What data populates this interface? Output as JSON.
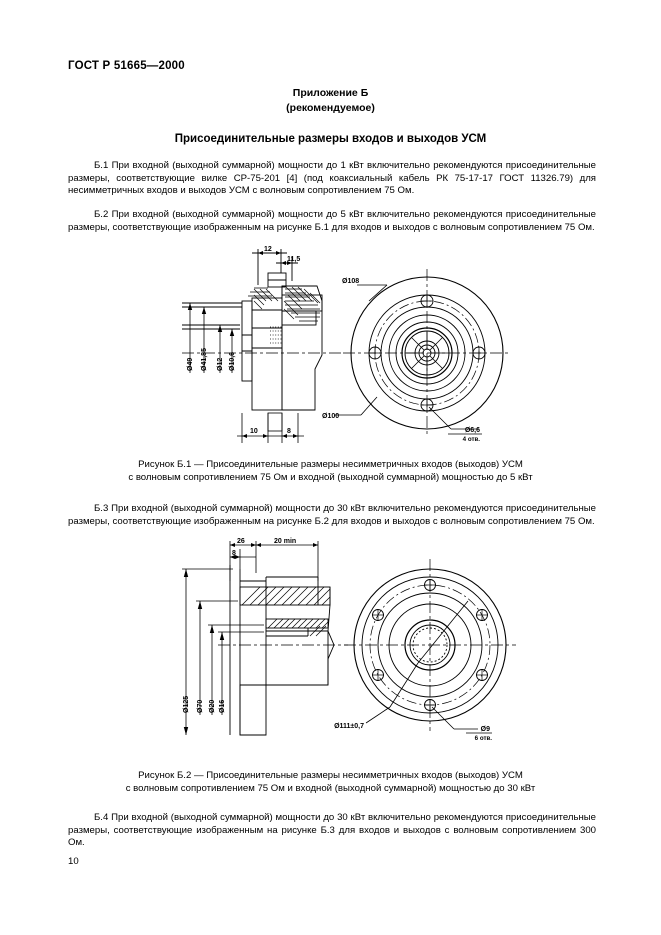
{
  "document": {
    "standard_header": "ГОСТ Р 51665—2000",
    "page_number": "10"
  },
  "annex": {
    "title": "Приложение Б",
    "subtitle": "(рекомендуемое)"
  },
  "main_title": "Присоединительные размеры входов и выходов УСМ",
  "paragraphs": {
    "b1": "Б.1 При входной (выходной суммарной) мощности до 1 кВт включительно рекомендуются присоединительные размеры, соответствующие вилке СР-75-201 [4] (под коаксиальный кабель РК 75-17-17 ГОСТ 11326.79) для несимметричных входов и выходов УСМ с волновым сопротивлением 75 Ом.",
    "b2": "Б.2 При входной (выходной суммарной) мощности до 5 кВт включительно рекомендуются присоединительные размеры, соответствующие изображенным на рисунке Б.1 для входов и выходов с волновым сопротивлением 75 Ом.",
    "b3": "Б.3 При входной (выходной суммарной) мощности до 30 кВт включительно рекомендуются присоединительные размеры, соответствующие изображенным на рисунке Б.2 для входов и выходов с волновым сопротивлением 75 Ом.",
    "b4": "Б.4 При входной (выходной суммарной) мощности до 30 кВт включительно рекомендуются присоединительные размеры, соответствующие изображенным на рисунке Б.3 для входов и выходов с волновым сопротивлением 300 Ом."
  },
  "figures": [
    {
      "id": "figure-b1",
      "caption_line1": "Рисунок Б.1 — Присоединительные размеры несимметричных входов (выходов) УСМ",
      "caption_line2": "с волновым сопротивлением 75 Ом и входной (выходной суммарной) мощностью до 5 кВт",
      "dimensions": {
        "top1": "12",
        "top2": "11,5",
        "left1": "Ø49",
        "left2": "Ø41,85",
        "left3": "Ø12",
        "left4": "Ø10,6",
        "bottom1": "10",
        "bottom2": "8",
        "front_outer": "Ø108",
        "front_bolt_circle": "Ø100",
        "front_hole": "Ø6,6",
        "front_hole_count": "4 отв."
      }
    },
    {
      "id": "figure-b2",
      "caption_line1": "Рисунок Б.2 — Присоединительные размеры несимметричных входов (выходов) УСМ",
      "caption_line2": "с волновым сопротивлением 75 Ом и входной (выходной суммарной) мощностью до 30 кВт",
      "dimensions": {
        "top1": "26",
        "top2": "20 min",
        "top3": "8",
        "left1": "Ø125",
        "left2": "Ø70",
        "left3": "Ø20",
        "left4": "Ø16",
        "front_bolt_circle": "Ø111±0,7",
        "front_hole": "Ø9",
        "front_hole_count": "6 отв."
      }
    }
  ]
}
